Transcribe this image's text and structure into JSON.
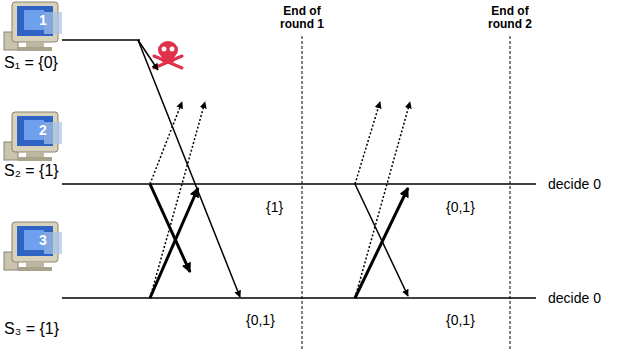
{
  "diagram": {
    "nodes": [
      {
        "text": [
          "1",
          "S₁ = {0}"
        ]
      },
      {
        "text": [
          "2",
          "S₂ = {1}"
        ]
      },
      {
        "text": [
          "3",
          "S₃ = {1}"
        ]
      }
    ],
    "labels": [
      "End of round 1",
      "End of round 2",
      "{1}",
      "{0,1}",
      "{0,1}",
      "{0,1}",
      "decide 0",
      "decide 0"
    ]
  }
}
